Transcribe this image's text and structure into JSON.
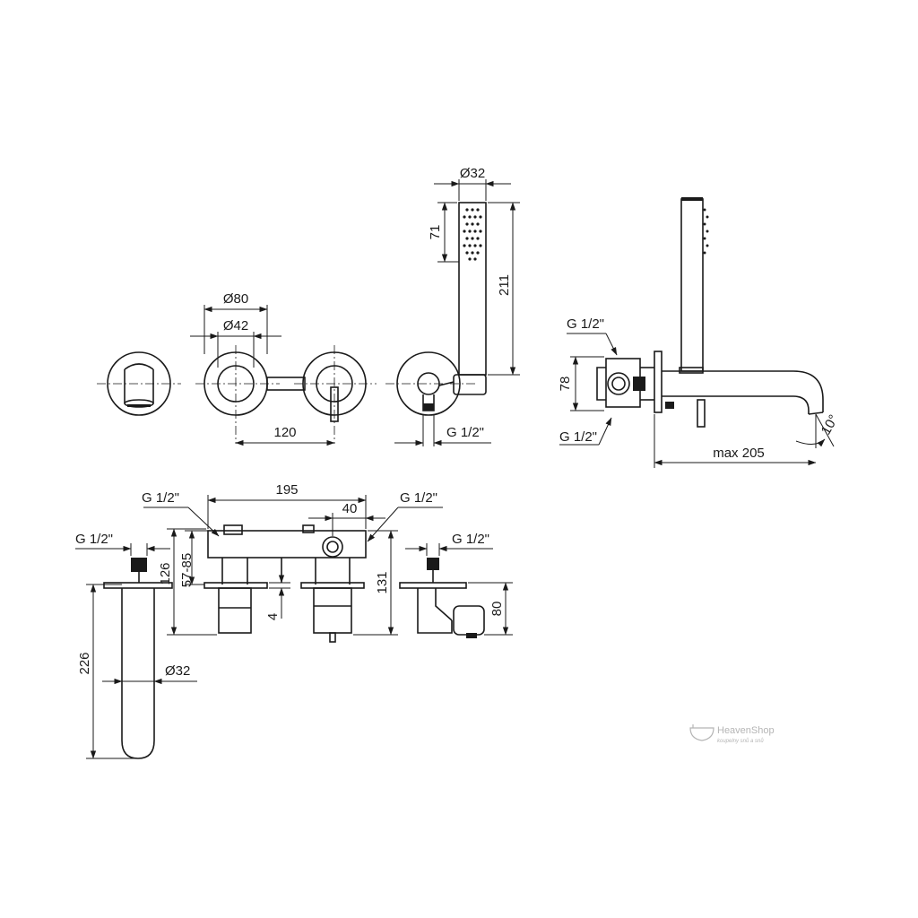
{
  "dimensions": {
    "d32_hand": "Ø32",
    "d71": "71",
    "d211": "211",
    "d80": "Ø80",
    "d42": "Ø42",
    "d120": "120",
    "g_hose": "G 1/2\"",
    "g_side_top": "G 1/2\"",
    "d78": "78",
    "g_side_bottom": "G 1/2\"",
    "angle": "10°",
    "max205": "max 205",
    "g_body_left": "G 1/2\"",
    "d195": "195",
    "g_body_right": "G 1/2\"",
    "d40": "40",
    "g_spout": "G 1/2\"",
    "d126": "126",
    "d57_85": "57-85",
    "d4": "4",
    "d131": "131",
    "g_holder": "G 1/2\"",
    "d80_holder": "80",
    "d226": "226",
    "d32_spout": "Ø32"
  },
  "watermark": {
    "brand": "HeavenShop",
    "tagline": "koupelny snů a snů"
  },
  "colors": {
    "line": "#1a1a1a",
    "watermark": "#b5b5b5",
    "background": "#ffffff"
  }
}
